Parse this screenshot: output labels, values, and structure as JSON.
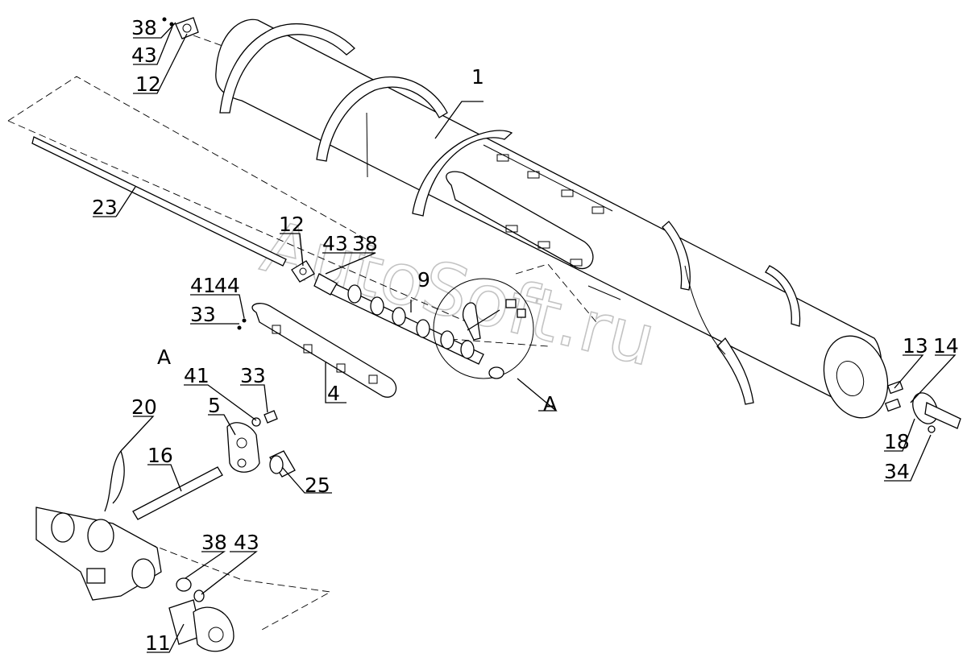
{
  "watermark": "AutoSoft.ru",
  "labels": {
    "p1": "1",
    "p4": "4",
    "p5": "5",
    "p9": "9",
    "p11": "11",
    "p12_top": "12",
    "p12_mid": "12",
    "p13": "13",
    "p14": "14",
    "p16": "16",
    "p18": "18",
    "p20": "20",
    "p23": "23",
    "p25": "25",
    "p33_left": "33",
    "p33_mid": "33",
    "p34": "34",
    "p38_top": "38",
    "p38_mid": "38",
    "p38_low": "38",
    "p41_left": "41",
    "p41_mid": "41",
    "p43_top": "43",
    "p43_mid": "43",
    "p43_low": "43",
    "p44": "44",
    "view_a_detail": "A",
    "view_a_callout": "A"
  }
}
